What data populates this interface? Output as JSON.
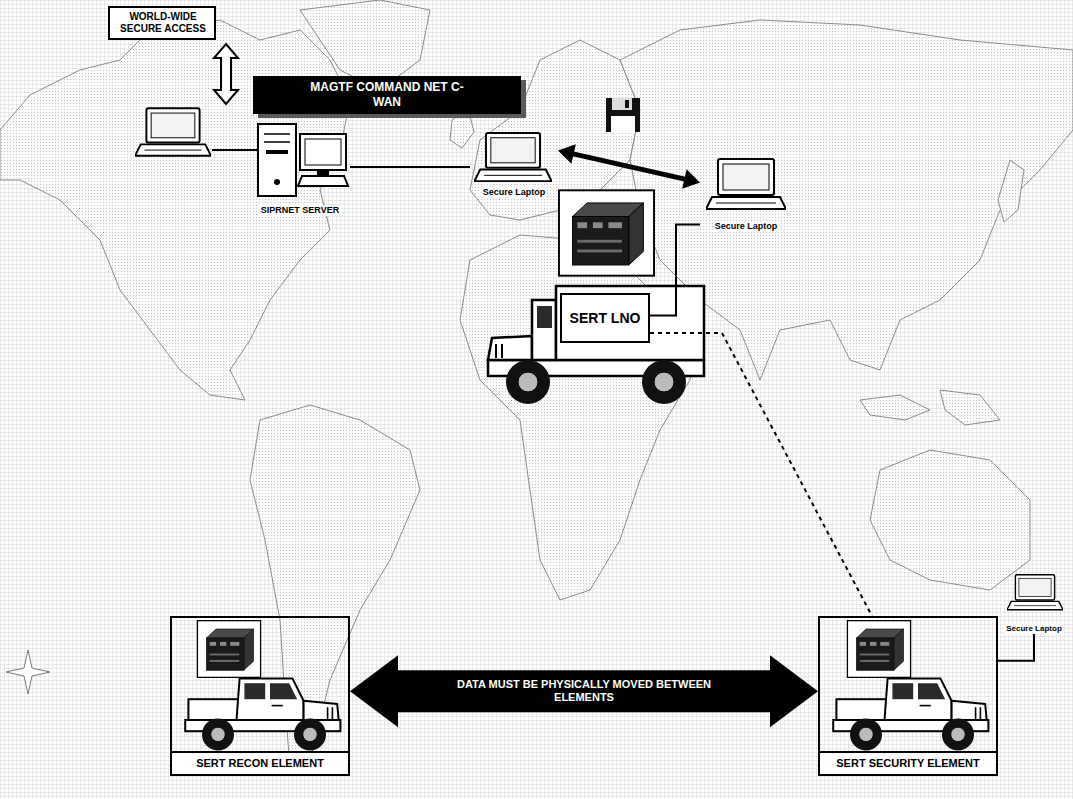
{
  "diagram": {
    "nodes": [
      {
        "text": [
          "WORLD-WIDE SECURE ACCESS"
        ]
      },
      {
        "text": [
          "MAGTF COMMAND NET C-WAN"
        ]
      },
      {
        "text": [
          "SIPRNET SERVER"
        ]
      },
      {
        "text": [
          "Secure Laptop"
        ]
      },
      {
        "text": [
          "Secure Laptop"
        ]
      },
      {
        "text": [
          "SERT LNO"
        ]
      },
      {
        "text": [
          "SERT RECON ELEMENT"
        ]
      },
      {
        "text": [
          "SERT SECURITY ELEMENT"
        ]
      },
      {
        "text": [
          "Secure Laptop"
        ]
      }
    ],
    "edges": [
      {
        "from": 2,
        "to": 3,
        "arrow": "none"
      },
      {
        "from": 3,
        "to": 4,
        "arrow": "both"
      },
      {
        "from": 4,
        "to": 5,
        "arrow": "none"
      },
      {
        "from": 5,
        "to": 7,
        "arrow": "none"
      },
      {
        "from": 8,
        "to": 7,
        "arrow": "none"
      },
      {
        "from": 6,
        "to": 7,
        "label": "DATA MUST BE PHYSICALLY MOVED BETWEEN ELEMENTS",
        "arrow": "both"
      }
    ]
  }
}
